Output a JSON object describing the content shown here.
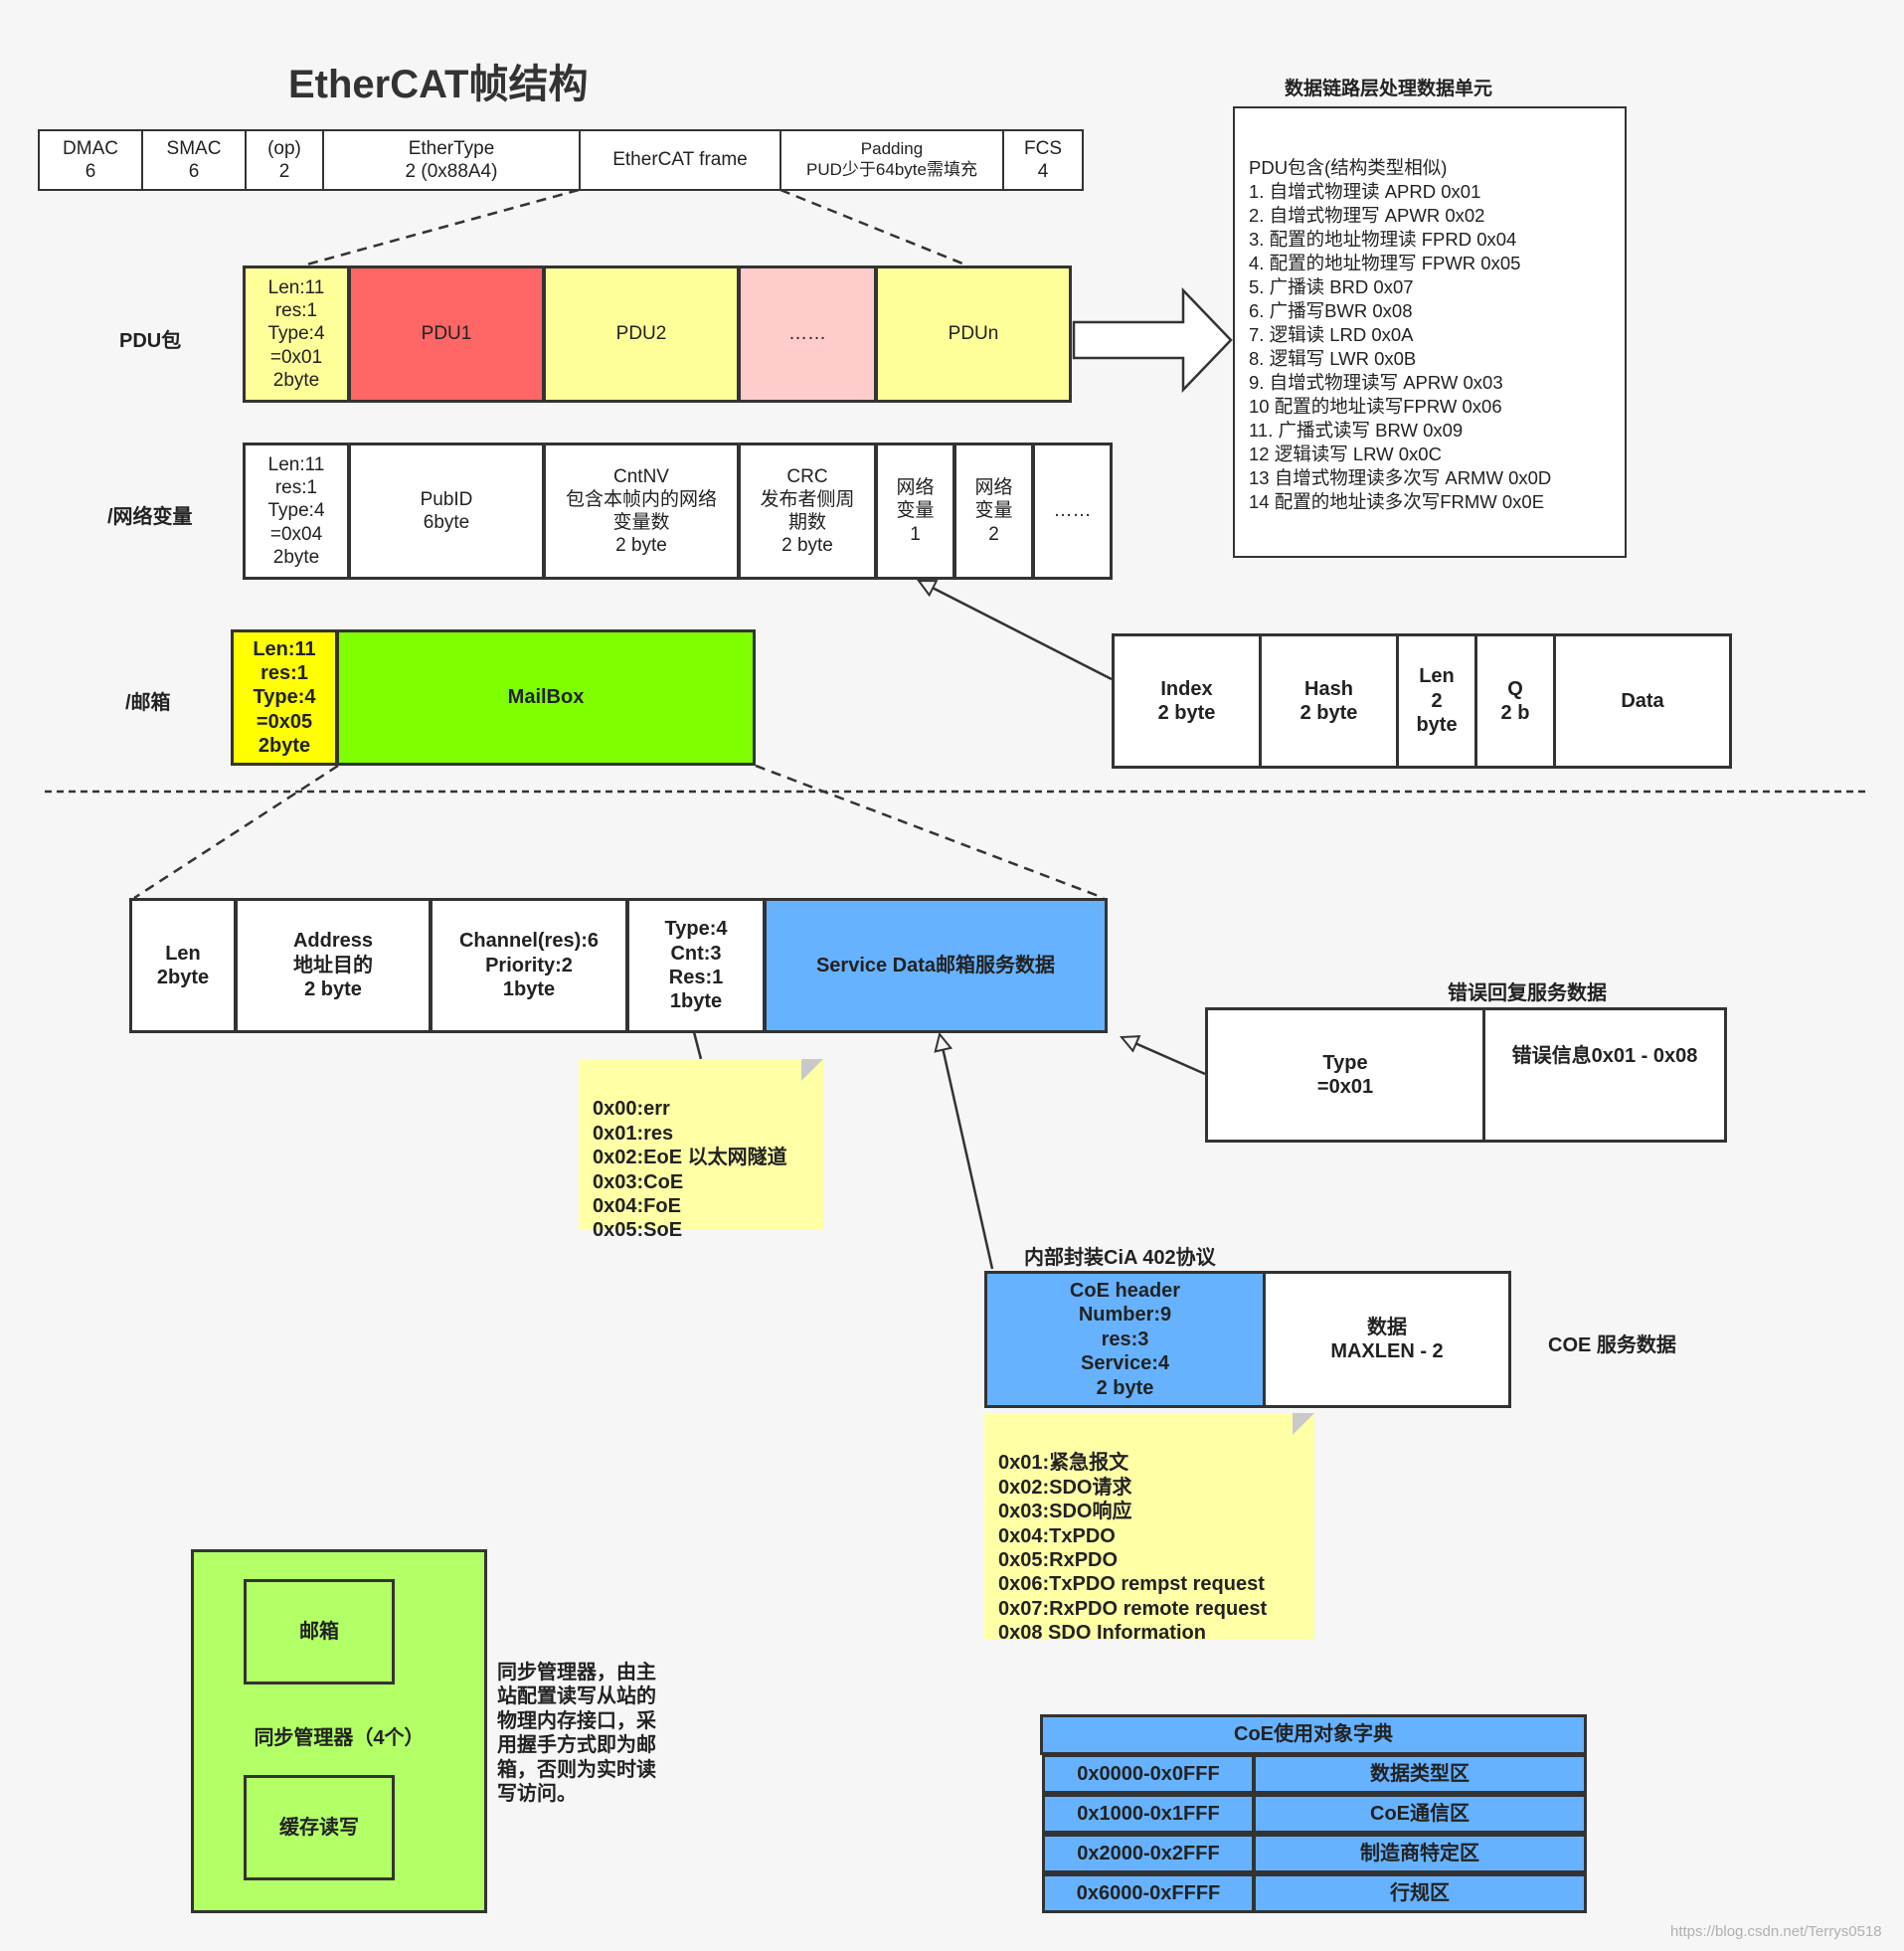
{
  "title": "EtherCAT帧结构",
  "ethernet_frame": {
    "fields": [
      {
        "label": "DMAC\n6"
      },
      {
        "label": "SMAC\n6"
      },
      {
        "label": "(op)\n2"
      },
      {
        "label": "EtherType\n2  (0x88A4)"
      },
      {
        "label": "EtherCAT frame"
      },
      {
        "label": "Padding\nPUD少于64byte需填充"
      },
      {
        "label": "FCS\n4"
      }
    ]
  },
  "pdu_row": {
    "label": "PDU包",
    "header": "Len:11\nres:1\nType:4\n=0x01\n2byte",
    "items": [
      "PDU1",
      "PDU2",
      "……",
      "PDUn"
    ]
  },
  "pdu_types": {
    "title": "数据链路层处理数据单元",
    "intro": "PDU包含(结构类型相似)",
    "items": [
      "1. 自增式物理读 APRD 0x01",
      "2. 自增式物理写  APWR 0x02",
      "3. 配置的地址物理读 FPRD 0x04",
      "4. 配置的地址物理写 FPWR 0x05",
      "5. 广播读 BRD  0x07",
      "6. 广播写BWR 0x08",
      "7. 逻辑读 LRD 0x0A",
      "8. 逻辑写 LWR 0x0B",
      "9. 自增式物理读写 APRW 0x03",
      "10 配置的地址读写FPRW 0x06",
      "11. 广播式读写 BRW  0x09",
      "12 逻辑读写 LRW  0x0C",
      "13 自增式物理读多次写 ARMW 0x0D",
      "14 配置的地址读多次写FRMW 0x0E"
    ]
  },
  "network_var_row": {
    "label": "/网络变量",
    "header": "Len:11\nres:1\nType:4\n=0x04\n2byte",
    "cells": [
      "PubID\n6byte",
      "CntNV\n包含本帧内的网络\n变量数\n2 byte",
      "CRC\n发布者侧周\n期数\n2 byte",
      "网络\n变量\n1",
      "网络\n变量\n2",
      "……"
    ]
  },
  "net_var_detail": {
    "cells": [
      "Index\n2 byte",
      "Hash\n2 byte",
      "Len\n2\nbyte",
      "Q\n2 b",
      "Data"
    ]
  },
  "mailbox_row": {
    "label": "/邮箱",
    "header": "Len:11\nres:1\nType:4\n=0x05\n2byte",
    "body": "MailBox"
  },
  "mailbox_header": {
    "cells": [
      "Len\n2byte",
      "Address\n地址目的\n2 byte",
      "Channel(res):6\nPriority:2\n1byte",
      "Type:4\nCnt:3\nRes:1\n1byte",
      "Service Data邮箱服务数据"
    ]
  },
  "mailbox_type_note": "0x00:err\n0x01:res\n0x02:EoE 以太网隧道\n0x03:CoE\n0x04:FoE\n0x05:SoE",
  "error_reply": {
    "title": "错误回复服务数据",
    "cells": [
      "Type\n=0x01",
      "错误信息0x01 - 0x08"
    ]
  },
  "coe": {
    "caption": "内部封装CiA 402协议",
    "cells": [
      "CoE header\nNumber:9\nres:3\nService:4\n2 byte",
      "数据\nMAXLEN - 2"
    ],
    "side_label": "COE 服务数据",
    "service_note": "0x01:紧急报文\n0x02:SDO请求\n0x03:SDO响应\n0x04:TxPDO\n0x05:RxPDO\n0x06:TxPDO rempst request\n0x07:RxPDO remote request\n0x08 SDO Information"
  },
  "sync_manager": {
    "top": "邮箱",
    "middle": "同步管理器（4个）",
    "bottom": "缓存读写",
    "description": "同步管理器，由主\n站配置读写从站的\n物理内存接口，采\n用握手方式即为邮\n箱，否则为实时读\n写访问。"
  },
  "object_dict": {
    "title": "CoE使用对象字典",
    "rows": [
      {
        "range": "0x0000-0x0FFF",
        "name": "数据类型区"
      },
      {
        "range": "0x1000-0x1FFF",
        "name": "CoE通信区"
      },
      {
        "range": "0x2000-0x2FFF",
        "name": "制造商特定区"
      },
      {
        "range": "0x6000-0xFFFF",
        "name": "行规区"
      }
    ]
  },
  "watermark": "https://blog.csdn.net/Terrys0518",
  "colors": {
    "pdu_header": "#ffff99",
    "pdu1": "#ff6666",
    "pdu_light": "#ffff99",
    "pdu_pink": "#ffcccc",
    "mailbox_header": "#ffff00",
    "mailbox_body": "#80ff00",
    "blue": "#66b2ff",
    "note_yellow": "#ffffa6",
    "sync_green": "#b3ff66"
  }
}
